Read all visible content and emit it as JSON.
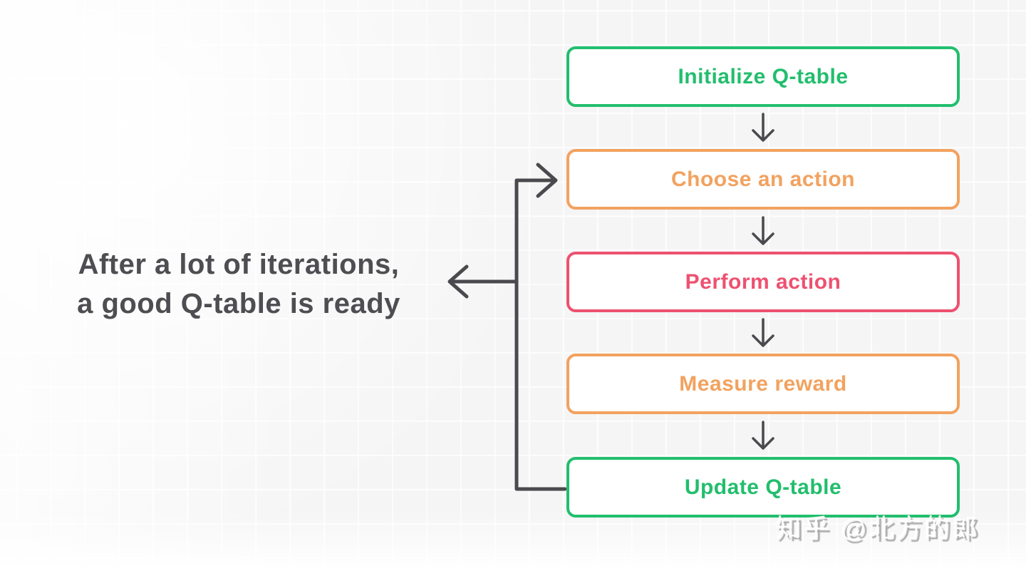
{
  "diagram": {
    "note": {
      "line1": "After a lot of iterations,",
      "line2": "a good Q-table is ready"
    },
    "nodes": [
      {
        "label": "Initialize Q-table",
        "color": "green"
      },
      {
        "label": "Choose an action",
        "color": "orange"
      },
      {
        "label": "Perform action",
        "color": "pink"
      },
      {
        "label": "Measure reward",
        "color": "orange"
      },
      {
        "label": "Update Q-table",
        "color": "green"
      }
    ],
    "watermark": "知乎 @北方的郎"
  },
  "colors": {
    "green": "#22be6d",
    "orange": "#f2a25f",
    "pink": "#ee5170",
    "line": "#4a4a4e",
    "text": "#4e4e52"
  }
}
